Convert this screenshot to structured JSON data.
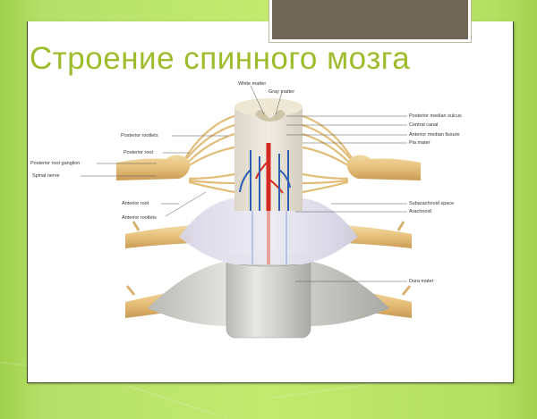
{
  "slide": {
    "title": "Строение спинного мозга",
    "colors": {
      "background_green": "#b6e06a",
      "title_green": "#9cbc2c",
      "header_box_brown": "#706656",
      "slide_border": "#3d4a2a"
    }
  },
  "figure": {
    "subject": "spinal-cord-cross-section-with-meninges",
    "labels_top": [
      {
        "text": "White matter"
      },
      {
        "text": "Gray matter"
      }
    ],
    "labels_left": [
      {
        "text": "Posterior rootlets"
      },
      {
        "text": "Posterior root"
      },
      {
        "text": "Posterior root ganglion"
      },
      {
        "text": "Spinal nerve"
      },
      {
        "text": "Anterior root"
      },
      {
        "text": "Anterior rootlets"
      }
    ],
    "labels_right": [
      {
        "text": "Posterior median sulcus"
      },
      {
        "text": "Central canal"
      },
      {
        "text": "Anterior median fissure"
      },
      {
        "text": "Pia mater"
      },
      {
        "text": "Subarachnoid space"
      },
      {
        "text": "Arachnoid"
      },
      {
        "text": "Dura mater"
      }
    ]
  }
}
